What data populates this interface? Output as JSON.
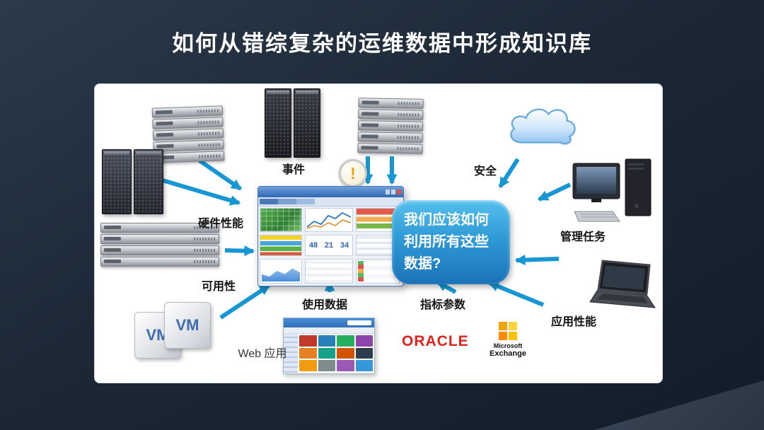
{
  "slide": {
    "title": "如何从错综复杂的运维数据中形成知识库"
  },
  "panel": {
    "labels": {
      "events": "事件",
      "security": "安全",
      "hardware_performance": "硬件性能",
      "management_tasks": "管理任务",
      "availability": "可用性",
      "usage_data": "使用数据",
      "metrics": "指标参数",
      "app_performance": "应用性能",
      "web_app": "Web 应用"
    },
    "bubble_text": "我们应该如何利用所有这些数据?",
    "logos": {
      "oracle": "ORACLE",
      "vm": "VM",
      "ms_line1": "Microsoft",
      "ms_line2": "Exchange"
    },
    "icons": {
      "warning": "!"
    },
    "dashboard": {
      "stats": [
        "48",
        "21",
        "34"
      ]
    },
    "colors": {
      "arrow": "#1697d4",
      "bubble_top": "#55c0ec",
      "bubble_bottom": "#1b72b8",
      "oracle_red": "#e2231a",
      "background": "#1c2836"
    }
  }
}
